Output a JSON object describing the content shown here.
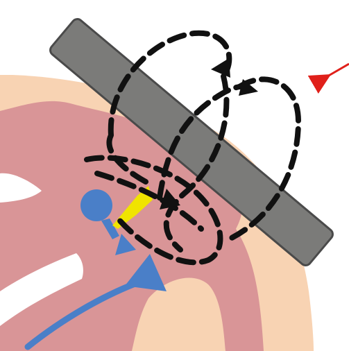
{
  "diagram": {
    "elements": [
      {
        "role": "outer tissue layer"
      },
      {
        "role": "inner tissue region"
      },
      {
        "role": "rectangular probe/bar"
      },
      {
        "role": "dashed field loops"
      },
      {
        "role": "target cell"
      },
      {
        "role": "yellow stimulus mark"
      },
      {
        "role": "blue axon/process"
      },
      {
        "role": "red pointer arrow"
      }
    ],
    "colors": {
      "outer_layer": "#f8d3b3",
      "inner_tissue": "#d99597",
      "bar_fill": "#7b7b79",
      "bar_stroke": "#4a4a4a",
      "loops": "#111111",
      "cell_blue": "#4a7fc8",
      "stimulus_yellow": "#f0e400",
      "arrow_red": "#e0201a",
      "background": "#ffffff"
    }
  }
}
